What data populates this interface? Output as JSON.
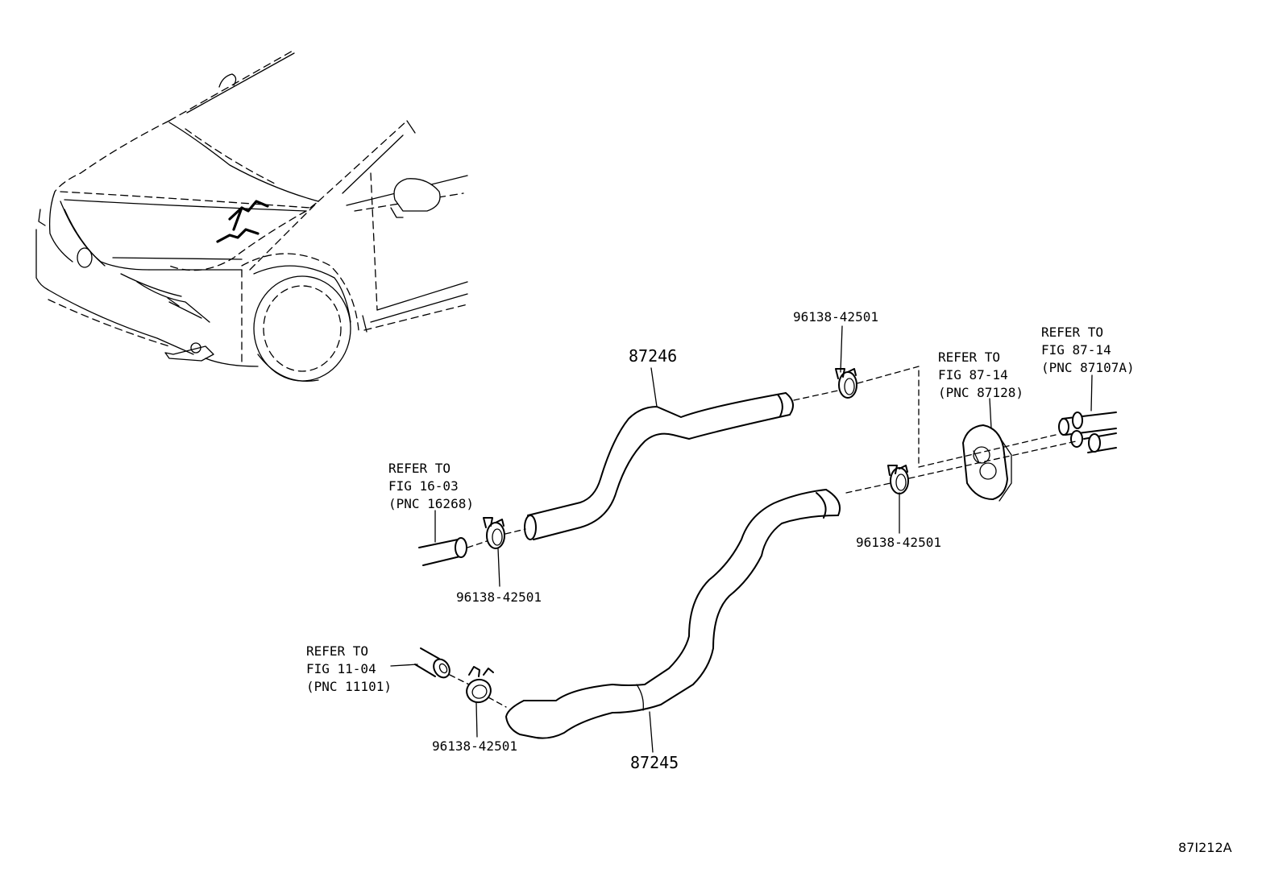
{
  "parts": {
    "hose_upper": "87246",
    "hose_lower": "87245",
    "clamp_top_right": "96138-42501",
    "clamp_right": "96138-42501",
    "clamp_left": "96138-42501",
    "clamp_bottom_left": "96138-42501"
  },
  "refs": {
    "fig_16_03": [
      "REFER TO",
      "FIG 16-03",
      "(PNC 16268)"
    ],
    "fig_11_04": [
      "REFER TO",
      "FIG 11-04",
      "(PNC 11101)"
    ],
    "fig_87_14_a": [
      "REFER TO",
      "FIG 87-14",
      "(PNC 87128)"
    ],
    "fig_87_14_b": [
      "REFER TO",
      "FIG 87-14",
      "(PNC 87107A)"
    ]
  },
  "figure_id": "87I212A"
}
